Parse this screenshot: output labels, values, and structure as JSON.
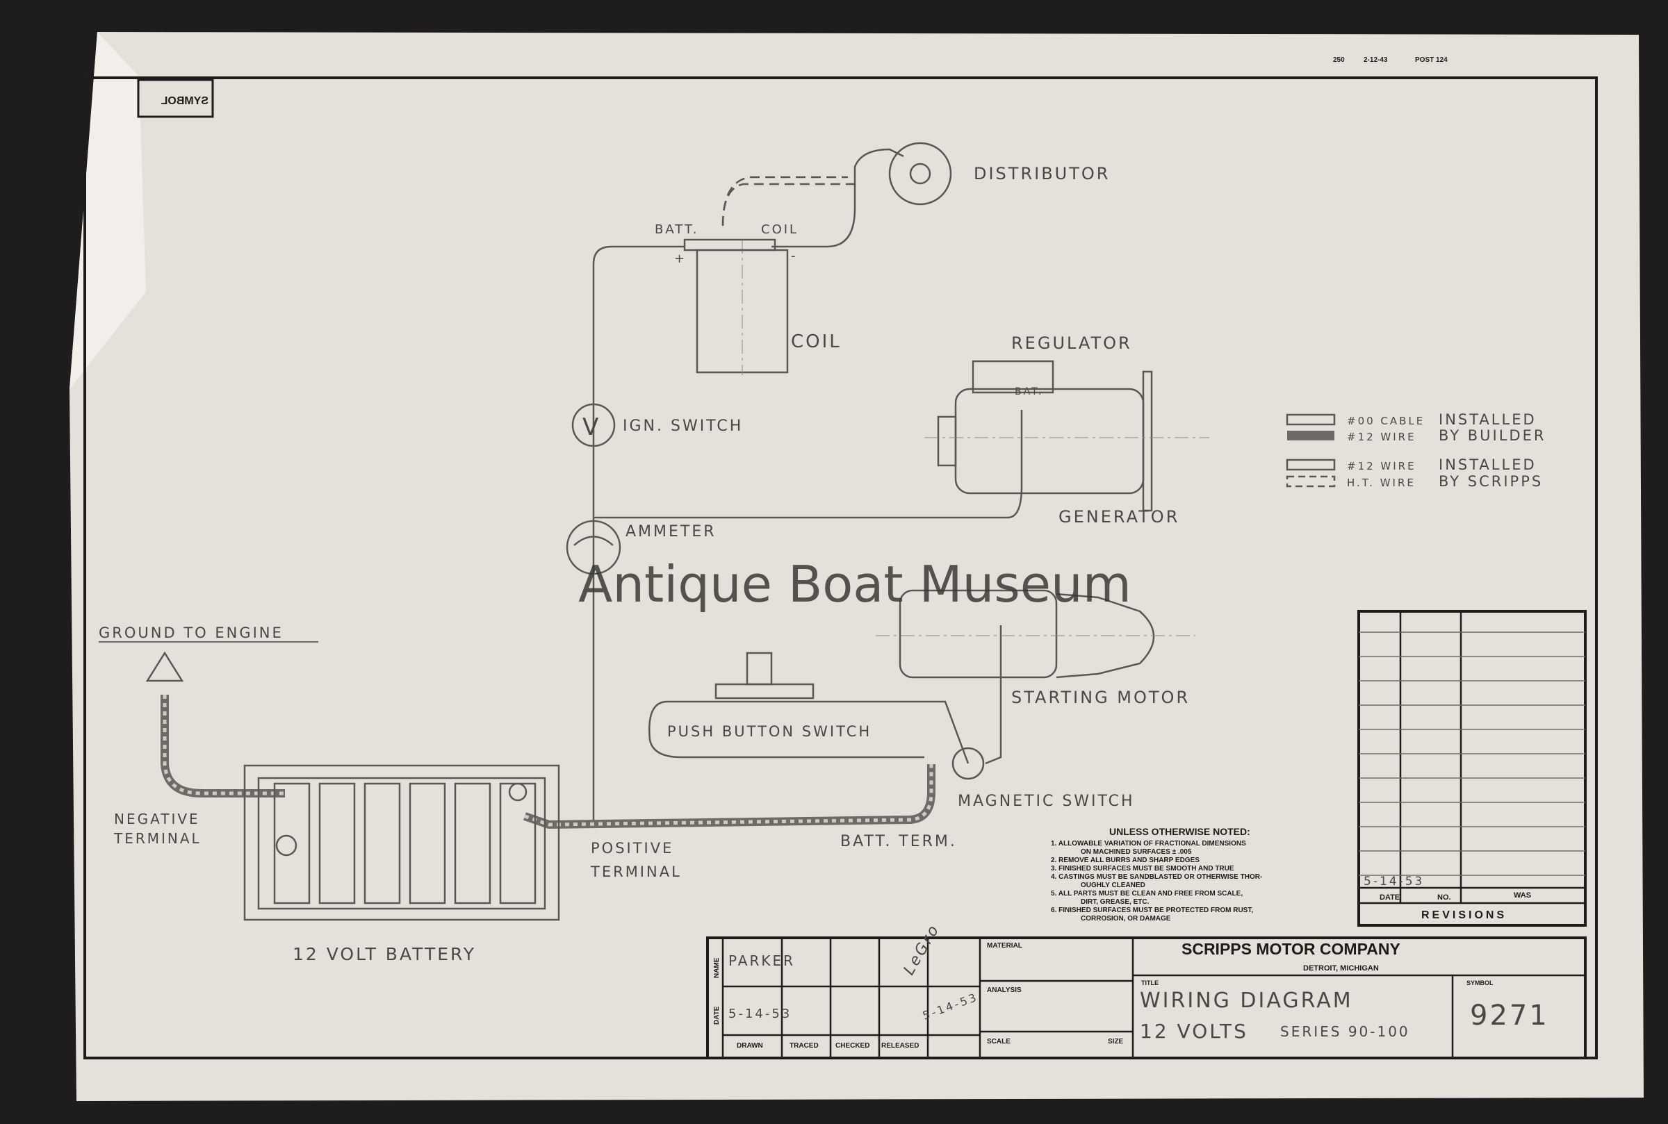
{
  "header": {
    "print_code": "250",
    "print_date": "2-12-43",
    "print_post": "POST 124",
    "symbol_tab": "SYMBOL"
  },
  "watermark": "Antique Boat Museum",
  "components": {
    "distributor": "DISTRIBUTOR",
    "coil_batt": "BATT.",
    "coil_coil": "COIL",
    "coil_plus": "+",
    "coil_minus": "-",
    "coil": "COIL",
    "ign_switch": "IGN. SWITCH",
    "ign_symbol": "V",
    "regulator": "REGULATOR",
    "regulator_bat": "BAT.",
    "generator": "GENERATOR",
    "ammeter": "AMMETER",
    "starting_motor": "STARTING MOTOR",
    "push_button_switch": "PUSH BUTTON SWITCH",
    "magnetic_switch": "MAGNETIC SWITCH",
    "batt_term": "BATT. TERM.",
    "ground_to_engine": "GROUND TO ENGINE",
    "negative_terminal": [
      "NEGATIVE",
      "TERMINAL"
    ],
    "positive_terminal": [
      "POSITIVE",
      "TERMINAL"
    ],
    "battery": "12 VOLT BATTERY"
  },
  "legend": [
    {
      "symbol": "#00 CABLE",
      "group": "INSTALLED"
    },
    {
      "symbol": "#12 WIRE",
      "group": "BY BUILDER"
    },
    {
      "symbol": "#12 WIRE",
      "group": "INSTALLED"
    },
    {
      "symbol": "H.T. WIRE",
      "group": "BY SCRIPPS"
    }
  ],
  "notes": {
    "heading": "UNLESS OTHERWISE NOTED:",
    "lines": [
      "1.  ALLOWABLE VARIATION OF FRACTIONAL DIMENSIONS",
      "ON MACHINED SURFACES ± .005",
      "2.  REMOVE ALL BURRS AND SHARP EDGES",
      "3.  FINISHED SURFACES MUST BE SMOOTH AND TRUE",
      "4.  CASTINGS MUST BE SANDBLASTED OR OTHERWISE THOR-",
      "OUGHLY CLEANED",
      "5.  ALL PARTS MUST BE CLEAN AND FREE FROM SCALE,",
      "DIRT, GREASE, ETC.",
      "6.  FINISHED SURFACES MUST BE PROTECTED FROM RUST,",
      "CORROSION, OR DAMAGE"
    ]
  },
  "revisions": {
    "date_entry": "5-14-53",
    "col_date": "DATE",
    "col_no": "NO.",
    "col_was": "WAS",
    "title": "REVISIONS"
  },
  "title_block": {
    "row_name": "NAME",
    "row_date": "DATE",
    "drawn_name": "PARKER",
    "drawn_date": "5-14-53",
    "released_name": "LeGro",
    "released_date": "5-14-53",
    "cols": [
      "DRAWN",
      "TRACED",
      "CHECKED",
      "RELEASED"
    ],
    "material": "MATERIAL",
    "analysis": "ANALYSIS",
    "scale": "SCALE",
    "size": "SIZE",
    "company": "SCRIPPS MOTOR COMPANY",
    "location": "DETROIT, MICHIGAN",
    "title_label": "TITLE",
    "title_line1": "WIRING DIAGRAM",
    "title_line2": "12 VOLTS",
    "title_series": "SERIES 90-100",
    "symbol_label": "SYMBOL",
    "symbol": "9271"
  }
}
